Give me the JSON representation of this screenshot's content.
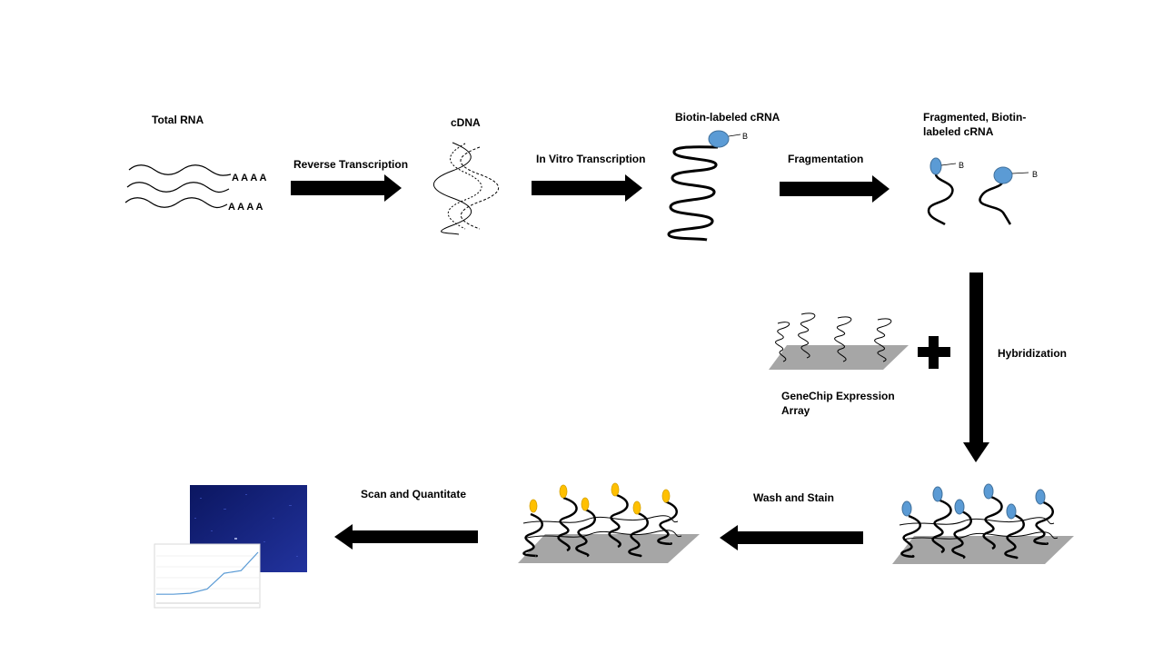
{
  "labels": {
    "total_rna": "Total RNA",
    "poly_a_1": "A A A A",
    "poly_a_2": "A A A A",
    "cdna": "cDNA",
    "biotin_crna": "Biotin-labeled cRNA",
    "fragmented_line1": "Fragmented, Biotin-",
    "fragmented_line2": "labeled cRNA",
    "biotin_marker": "B"
  },
  "steps": {
    "reverse_transcription": "Reverse Transcription",
    "in_vitro_transcription": "In Vitro Transcription",
    "fragmentation": "Fragmentation",
    "hybridization": "Hybridization",
    "wash_and_stain": "Wash and Stain",
    "scan_and_quantitate": "Scan and Quantitate"
  },
  "genechip": {
    "line1": "GeneChip Expression",
    "line2": "Array"
  },
  "colors": {
    "biotin": "#5b9bd5",
    "stain": "#ffc000",
    "platform": "#a6a6a6",
    "scan_image": "#1a2a8c",
    "arrow": "#000000"
  },
  "result_graph": {
    "type": "line",
    "values": [
      1,
      1,
      1.2,
      2,
      5,
      5.5,
      9
    ]
  }
}
